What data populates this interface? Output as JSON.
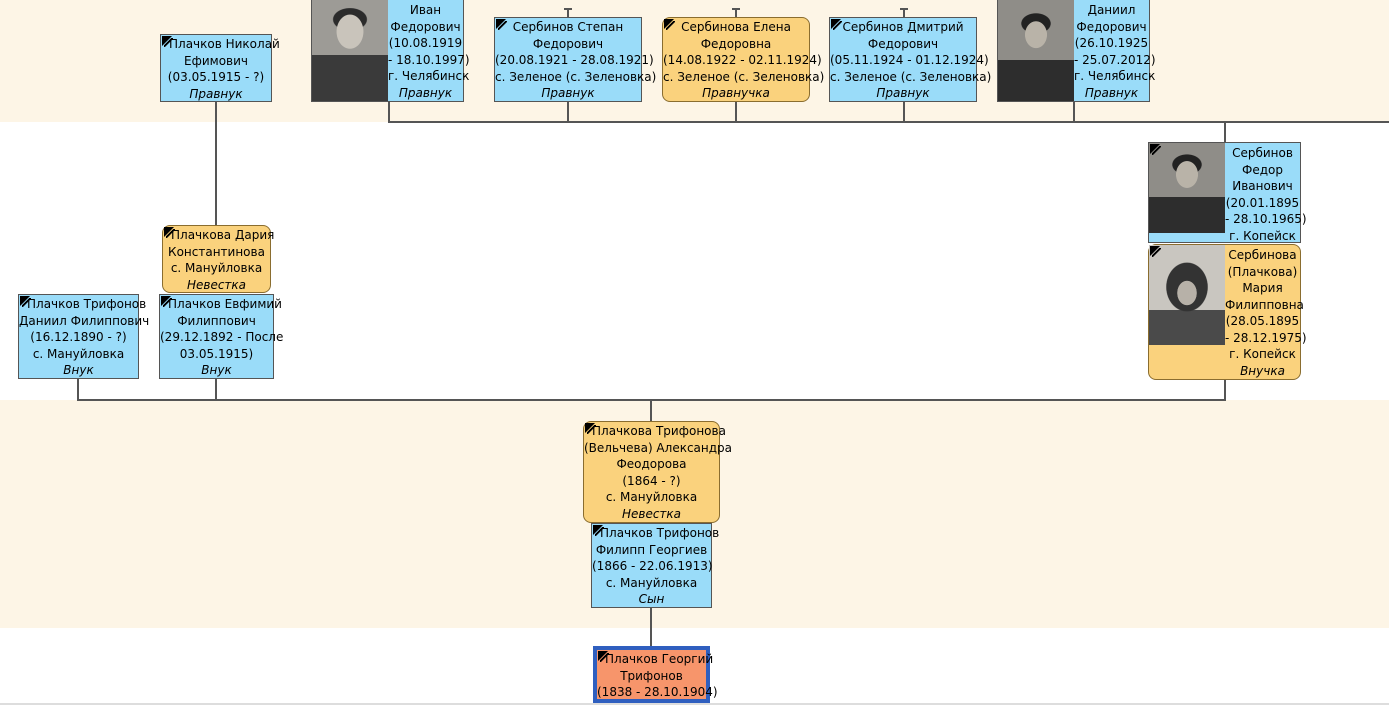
{
  "tree": {
    "top_row": [
      {
        "id": "ivan",
        "lines": [
          "Иван",
          "Федорович",
          "(10.08.1919",
          "- 18.10.1997)",
          "г. Челябинск"
        ],
        "role": "Правнук"
      },
      {
        "id": "stepan",
        "lines": [
          "Сербинов Степан",
          "Федорович",
          "(20.08.1921 - 28.08.1921)",
          "с. Зеленое (с. Зеленовка)"
        ],
        "role": "Правнук"
      },
      {
        "id": "elena",
        "lines": [
          "Сербинова Елена",
          "Федоровна",
          "(14.08.1922 - 02.11.1924)",
          "с. Зеленое (с. Зеленовка)"
        ],
        "role": "Правнучка"
      },
      {
        "id": "dmitry",
        "lines": [
          "Сербинов Дмитрий",
          "Федорович",
          "(05.11.1924 - 01.12.1924)",
          "с. Зеленое (с. Зеленовка)"
        ],
        "role": "Правнук"
      },
      {
        "id": "daniil_f",
        "lines": [
          "Даниил",
          "Федорович",
          "(26.10.1925",
          "- 25.07.2012)",
          "г. Челябинск"
        ],
        "role": "Правнук"
      }
    ],
    "nikolay": {
      "lines": [
        "Плачков Николай",
        "Ефимович",
        "(03.05.1915 - ?)"
      ],
      "role": "Правнук"
    },
    "fedor": {
      "lines": [
        "Сербинов",
        "Федор",
        "Иванович",
        "(20.01.1895",
        "- 28.10.1965)",
        "г. Копейск"
      ],
      "role": ""
    },
    "maria": {
      "lines": [
        "Сербинова",
        "(Плачкова)",
        "Мария",
        "Филипповна",
        "(28.05.1895",
        "- 28.12.1975)",
        "г. Копейск"
      ],
      "role": "Внучка"
    },
    "daria": {
      "lines": [
        "Плачкова Дария",
        "Константинова",
        "с. Мануйловка"
      ],
      "role": "Невестка"
    },
    "daniil_t": {
      "lines": [
        "Плачков Трифонов",
        "Даниил Филиппович",
        "(16.12.1890 - ?)",
        "с. Мануйловка"
      ],
      "role": "Внук"
    },
    "evfimiy": {
      "lines": [
        "Плачков Евфимий",
        "Филиппович",
        "(29.12.1892 - После",
        "03.05.1915)"
      ],
      "role": "Внук"
    },
    "alexandra": {
      "lines": [
        "Плачкова Трифонова",
        "(Вельчева) Александра",
        "Феодорова",
        "(1864 - ?)",
        "с. Мануйловка"
      ],
      "role": "Невестка"
    },
    "filipp": {
      "lines": [
        "Плачков Трифонов",
        "Филипп Георгиев",
        "(1866 - 22.06.1913)",
        "с. Мануйловка"
      ],
      "role": "Сын"
    },
    "georgiy": {
      "lines": [
        "Плачков Георгий",
        "Трифонов",
        "(1838 - 28.10.1904)"
      ],
      "role": ""
    }
  },
  "colors": {
    "male": "#9adcf9",
    "female": "#fad27d",
    "root": "#f7956b",
    "root_border": "#2f5fbf",
    "band": "#fdf5e6",
    "line": "#555555"
  }
}
